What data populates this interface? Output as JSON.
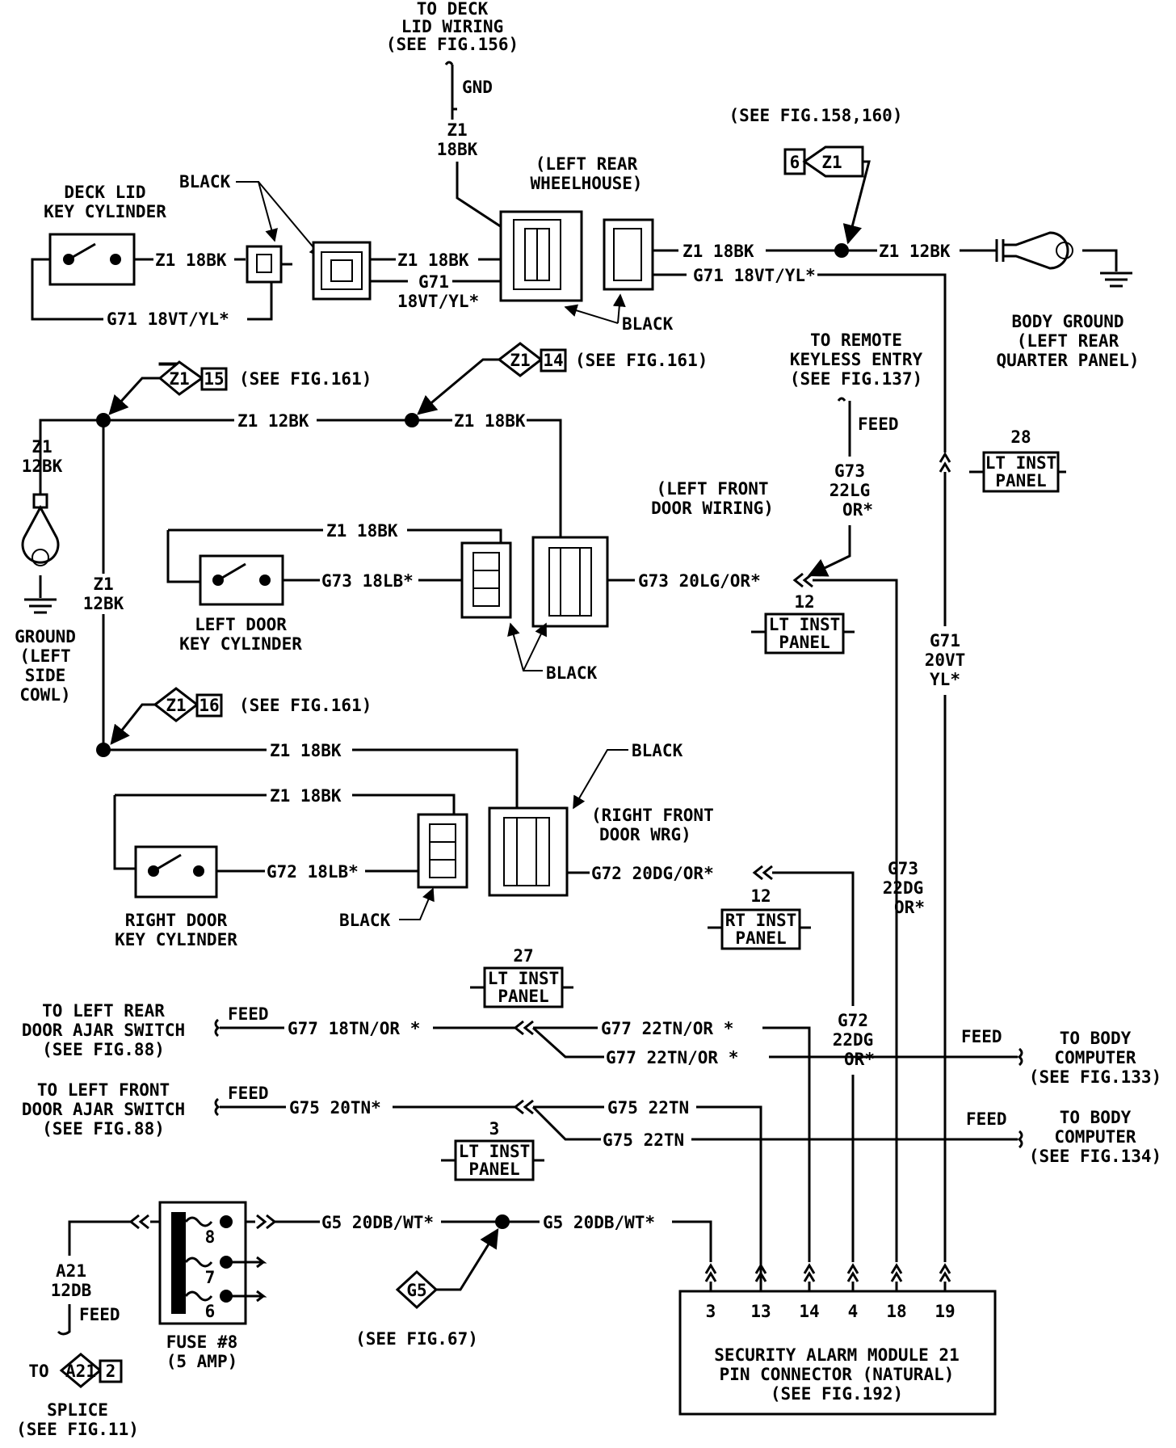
{
  "labels": {
    "to_deck_lid": [
      "TO DECK",
      "LID WIRING",
      "(SEE FIG.156)"
    ],
    "gnd": "GND",
    "z1_18bk_top": [
      "Z1",
      "18BK"
    ],
    "left_rear_wheelhouse": [
      "(LEFT REAR",
      "WHEELHOUSE)"
    ],
    "see_fig_158_160": "(SEE FIG.158,160)",
    "diamond_6_z1": {
      "num": "6",
      "name": "Z1"
    },
    "deck_lid_key_cyl": [
      "DECK LID",
      "KEY CYLINDER"
    ],
    "black": "BLACK",
    "z1_18bk": "Z1 18BK",
    "z1_12bk": "Z1 12BK",
    "g71_18vt_yl": "G71 18VT/YL*",
    "g71_18vt_yl_split": [
      "G71",
      "18VT/YL*"
    ],
    "body_ground": [
      "BODY GROUND",
      "(LEFT REAR",
      "QUARTER PANEL)"
    ],
    "diamond_z1_15": {
      "name": "Z1",
      "num": "15"
    },
    "diamond_z1_14": {
      "name": "Z1",
      "num": "14"
    },
    "diamond_z1_16": {
      "name": "Z1",
      "num": "16"
    },
    "see_fig_161": "(SEE FIG.161)",
    "to_remote_keyless": [
      "TO REMOTE",
      "KEYLESS ENTRY",
      "(SEE FIG.137)"
    ],
    "feed": "FEED",
    "g73_22lg_or": [
      "G73",
      "22LG",
      "OR*"
    ],
    "lt_inst_panel_28": {
      "num": "28",
      "l1": "LT INST",
      "l2": "PANEL"
    },
    "z1_12bk_vert": [
      "Z1",
      "12BK"
    ],
    "ground_left_side_cowl": [
      "GROUND",
      "(LEFT",
      "SIDE",
      "COWL)"
    ],
    "left_front_door_wiring": [
      "(LEFT FRONT",
      "DOOR WIRING)"
    ],
    "g73_18lb": "G73 18LB*",
    "g73_20lg_or": "G73 20LG/OR*",
    "left_door_key_cyl": [
      "LEFT DOOR",
      "KEY CYLINDER"
    ],
    "lt_inst_panel_12": {
      "num": "12",
      "l1": "LT INST",
      "l2": "PANEL"
    },
    "g71_20vt_yl": [
      "G71",
      "20VT",
      "YL*"
    ],
    "right_front_door_wrg": [
      "(RIGHT FRONT",
      "DOOR WRG)"
    ],
    "g72_18lb": "G72 18LB*",
    "g72_20dg_or": "G72 20DG/OR*",
    "right_door_key_cyl": [
      "RIGHT DOOR",
      "KEY CYLINDER"
    ],
    "rt_inst_panel_12": {
      "num": "12",
      "l1": "RT INST",
      "l2": "PANEL"
    },
    "g73_22dg_or": [
      "G73",
      "22DG",
      "OR*"
    ],
    "lt_inst_panel_27": {
      "num": "27",
      "l1": "LT INST",
      "l2": "PANEL"
    },
    "g72_22dg_or": [
      "G72",
      "22DG",
      "OR*"
    ],
    "to_left_rear_door_ajar": [
      "TO LEFT REAR",
      "DOOR AJAR SWITCH",
      "(SEE FIG.88)"
    ],
    "g77_18tn_or": "G77 18TN/OR *",
    "g77_22tn_or": "G77 22TN/OR *",
    "to_body_computer_133": [
      "TO BODY",
      "COMPUTER",
      "(SEE FIG.133)"
    ],
    "to_left_front_door_ajar": [
      "TO LEFT FRONT",
      "DOOR AJAR SWITCH",
      "(SEE FIG.88)"
    ],
    "g75_20tn": "G75 20TN*",
    "g75_22tn": "G75 22TN",
    "to_body_computer_134": [
      "TO BODY",
      "COMPUTER",
      "(SEE FIG.134)"
    ],
    "lt_inst_panel_3": {
      "num": "3",
      "l1": "LT INST",
      "l2": "PANEL"
    },
    "g5_20db_wt": "G5 20DB/WT*",
    "fuse_pins": [
      "8",
      "7",
      "6"
    ],
    "a21_12db": [
      "A21",
      "12DB"
    ],
    "fuse_8": [
      "FUSE #8",
      "(5 AMP)"
    ],
    "diamond_g5": "G5",
    "see_fig_67": "(SEE FIG.67)",
    "to": "TO",
    "diamond_a21_2": {
      "name": "A21",
      "num": "2"
    },
    "splice": [
      "SPLICE",
      "(SEE FIG.11)"
    ],
    "module_pins": [
      "3",
      "13",
      "14",
      "4",
      "18",
      "19"
    ],
    "security_module": [
      "SECURITY ALARM MODULE 21",
      "PIN CONNECTOR (NATURAL)",
      "(SEE FIG.192)"
    ]
  }
}
